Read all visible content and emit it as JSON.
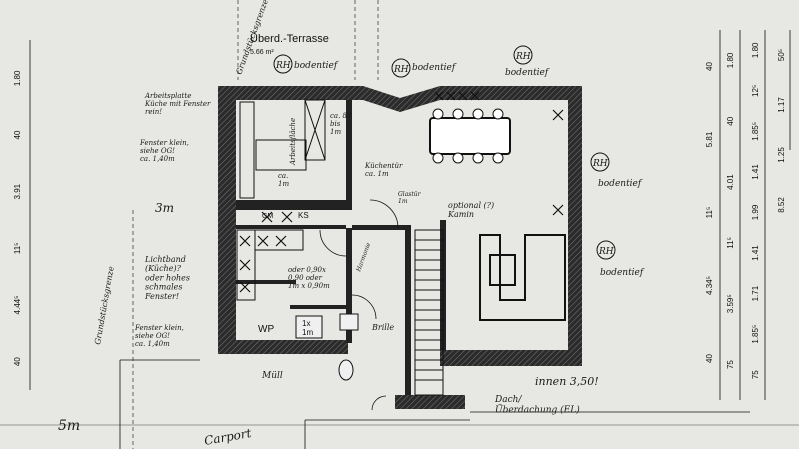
{
  "labels": {
    "terrace": "Überd.-Terrasse",
    "terrace_area": "5.66 m²",
    "gv_top": "Grundstücksgrenze",
    "rh1": "RH",
    "rh1_note": "bodentief",
    "rh2": "RH",
    "rh2_note": "bodentief",
    "rh3": "RH",
    "rh3_note": "bodentief",
    "rh4": "RH",
    "rh4_note": "bodentief",
    "rh5": "RH",
    "rh5_note": "bodentief",
    "arbeitsplatte": "Arbeitsplatte\nKüche mit Fenster\nrein!",
    "fenster_note": "Fenster klein,\nsiehe OG!\nca. 1,40m",
    "three_m": "3m",
    "lichtband": "Lichtband\n(Küche)?\noder hohes\nschmales\nFenster!",
    "fenster_note2": "Fenster klein,\nsiehe OG!\nca. 1,40m",
    "grundstuecksgrenze": "Grundstücksgrenze",
    "five_m": "5m",
    "ca_80": "ca. 80\nbis\n1m",
    "ca_1m": "ca.\n1m",
    "arbeitsflaeche": "Arbeitsfläche",
    "kochinsel": "Küchentür\nca. 1m",
    "glas": "Glastür\n1m",
    "optional_kamin": "optional (?)\nKamin",
    "ks": "KS",
    "gm": "GM",
    "oder_090": "oder 0,90x\n0,90 oder\n1m x 0,90m",
    "wp": "WP",
    "one_x_one": "1x\n1m",
    "harmonie": "Harmonie",
    "brille": "Brille",
    "muell": "Müll",
    "innen": "innen 3,50!",
    "dach": "Dach/\nÜberdachung (EL)",
    "carport": "Carport"
  },
  "dimensions": {
    "left": [
      "1.80",
      "40",
      "3.91",
      "11⁵",
      "4.44⁵",
      "40"
    ],
    "right1": [
      "40",
      "5.81",
      "11⁵",
      "4.34⁵",
      "40"
    ],
    "right2": [
      "1.80",
      "40",
      "4.01",
      "11⁵",
      "3.59⁵",
      "75"
    ],
    "right3": [
      "1.80",
      "12⁵",
      "1.85⁵",
      "1.41",
      "1.99",
      "1.41",
      "1.71",
      "1.85⁵",
      "75"
    ],
    "right4": [
      "50⁵",
      "1.17",
      "1.25",
      "8.52"
    ]
  }
}
